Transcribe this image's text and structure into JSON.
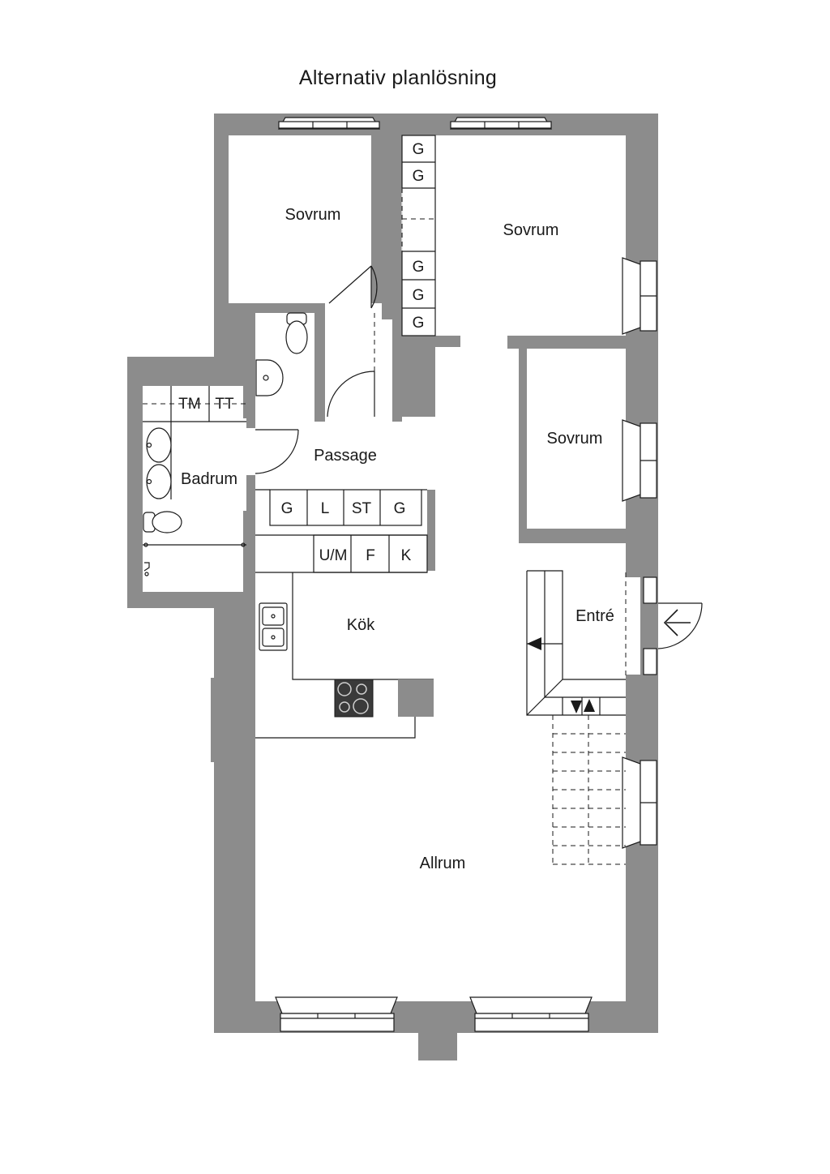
{
  "title": "Alternativ planlösning",
  "rooms": {
    "sovrum_top_left": "Sovrum",
    "sovrum_top_right": "Sovrum",
    "sovrum_right": "Sovrum",
    "passage": "Passage",
    "badrum": "Badrum",
    "kok": "Kök",
    "entre": "Entré",
    "allrum": "Allrum"
  },
  "cabinets": {
    "wardrobe_top_1": "G",
    "wardrobe_top_2": "G",
    "wardrobe_bottom_1": "G",
    "wardrobe_bottom_2": "G",
    "wardrobe_bottom_3": "G",
    "bath_tm": "TM",
    "bath_tt": "TT",
    "passage_g1": "G",
    "passage_l": "L",
    "passage_st": "ST",
    "passage_g2": "G",
    "kitchen_um": "U/M",
    "kitchen_f": "F",
    "kitchen_k": "K"
  },
  "colors": {
    "wall": "#8c8c8c",
    "line": "#1a1a1a",
    "floor": "#ffffff"
  }
}
